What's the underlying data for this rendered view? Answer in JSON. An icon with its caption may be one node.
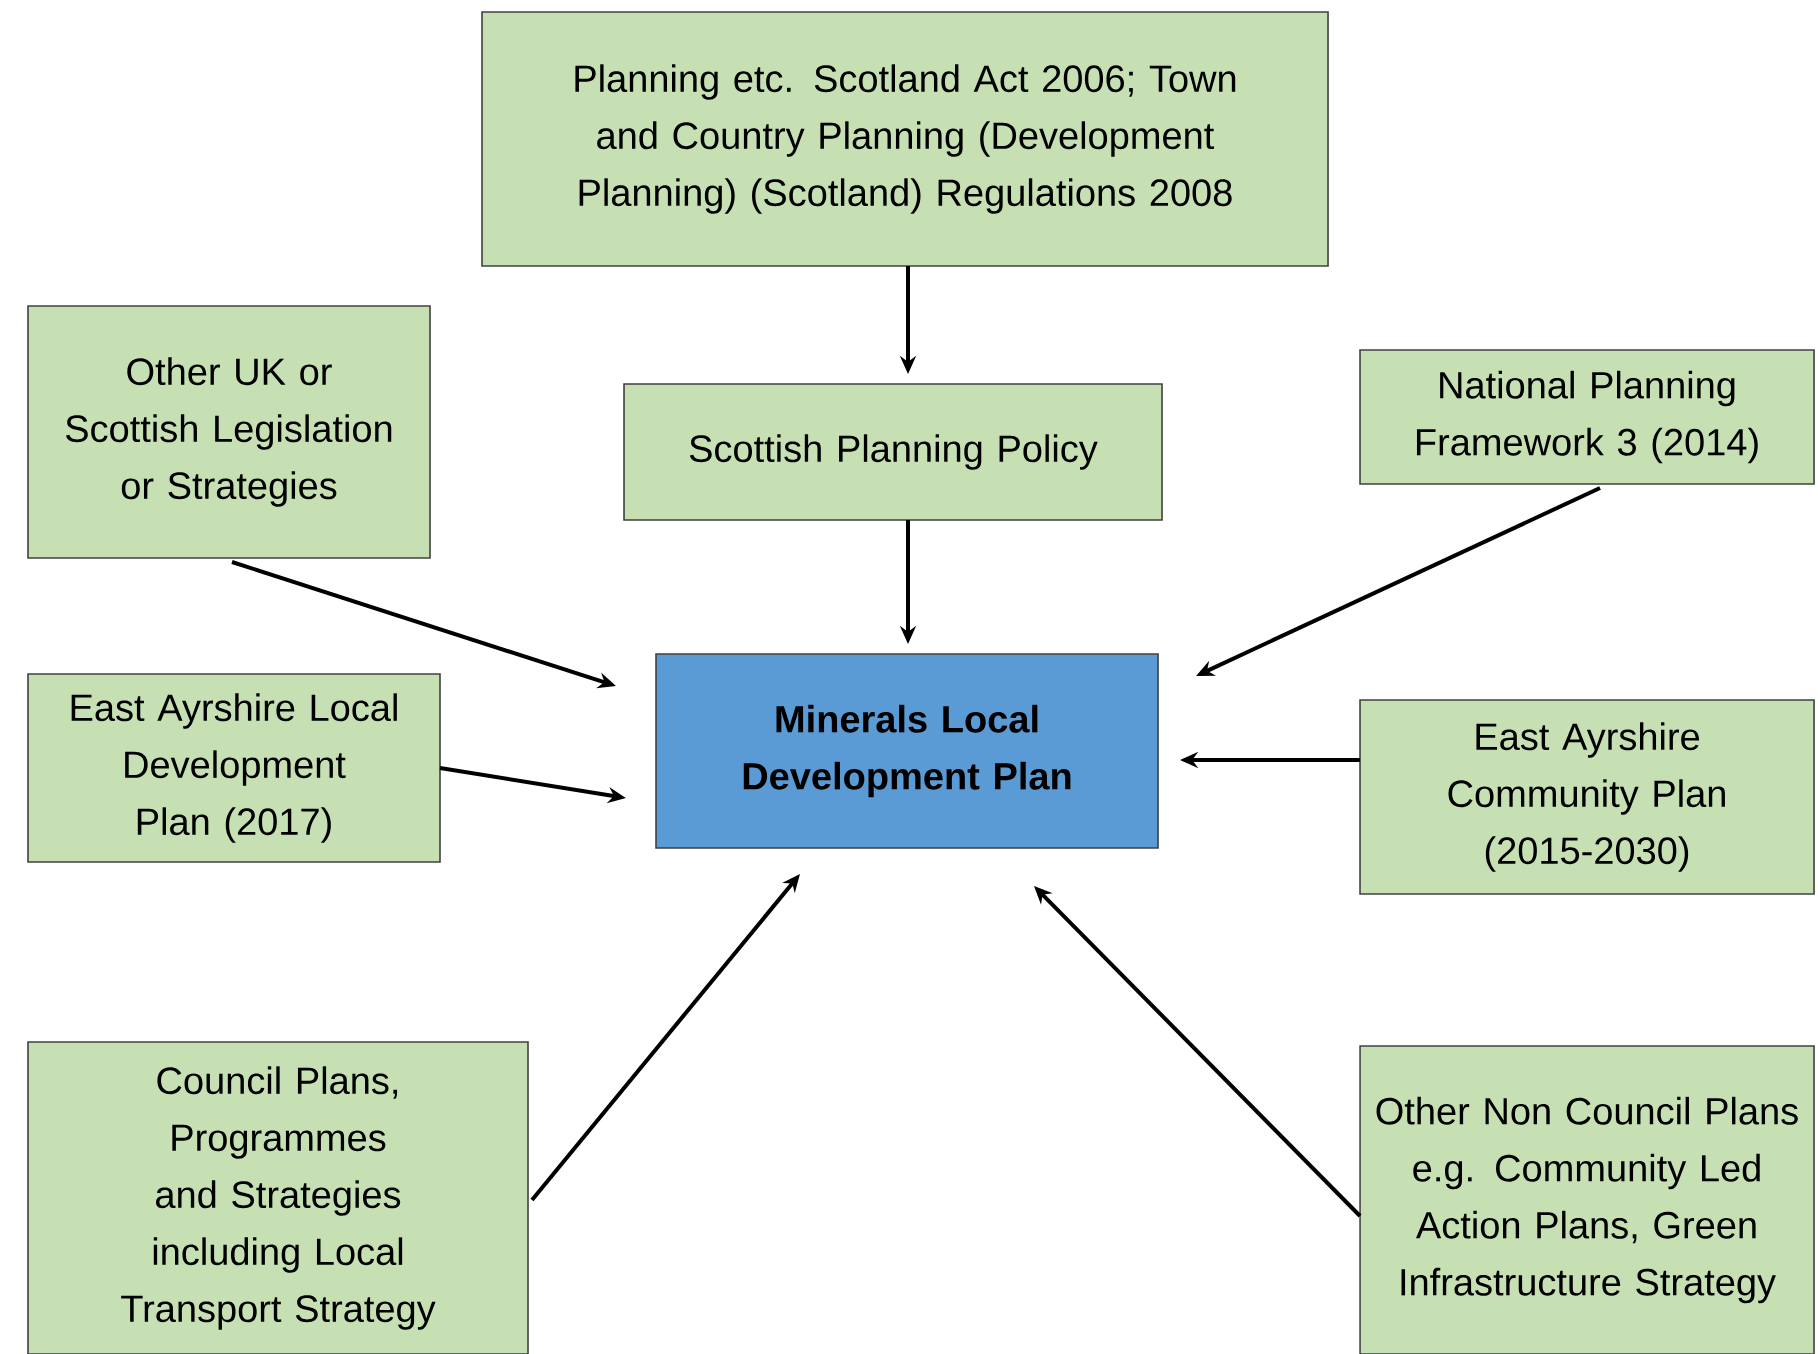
{
  "diagram": {
    "nodes": [
      {
        "text": [
          "Planning etc. Scotland Act 2006; Town and Country Planning (Development Planning) (Scotland) Regulations 2008"
        ]
      },
      {
        "text": [
          "Other UK or Scottish Legislation or Strategies"
        ]
      },
      {
        "text": [
          "Scottish Planning Policy"
        ]
      },
      {
        "text": [
          "National Planning Framework 3 (2014)"
        ]
      },
      {
        "text": [
          "East Ayrshire Local Development Plan (2017)"
        ]
      },
      {
        "text": [
          "Minerals Local Development Plan"
        ]
      },
      {
        "text": [
          "East Ayrshire Community Plan (2015-2030)"
        ]
      },
      {
        "text": [
          "Council Plans, Programmes and Strategies including Local Transport Strategy"
        ]
      },
      {
        "text": [
          "Other Non Council Plans e.g. Community Led Action Plans, Green Infrastructure Strategy"
        ]
      }
    ],
    "edges": [
      {
        "from": 0,
        "to": 2,
        "arrow": "to"
      },
      {
        "from": 2,
        "to": 5,
        "arrow": "to"
      },
      {
        "from": 1,
        "to": 5,
        "arrow": "to"
      },
      {
        "from": 3,
        "to": 5,
        "arrow": "to"
      },
      {
        "from": 4,
        "to": 5,
        "arrow": "to"
      },
      {
        "from": 6,
        "to": 5,
        "arrow": "to"
      },
      {
        "from": 7,
        "to": 5,
        "arrow": "to"
      },
      {
        "from": 8,
        "to": 5,
        "arrow": "to"
      }
    ]
  }
}
